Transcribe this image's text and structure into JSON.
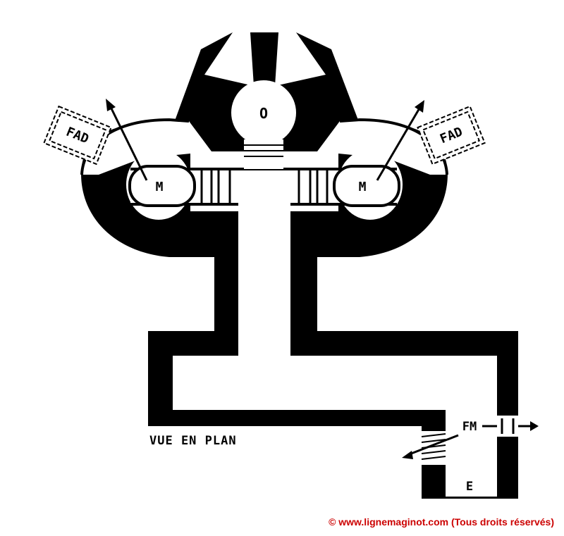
{
  "labels": {
    "observation": "O",
    "mg_left": "M",
    "mg_right": "M",
    "fad_left": "FAD",
    "fad_right": "FAD",
    "fm": "FM",
    "entrance": "E"
  },
  "caption": "VUE EN PLAN",
  "copyright": "© www.lignemaginot.com (Tous droits réservés)",
  "colors": {
    "ink": "#000000",
    "paper": "#ffffff",
    "copyright": "#cc0000"
  }
}
